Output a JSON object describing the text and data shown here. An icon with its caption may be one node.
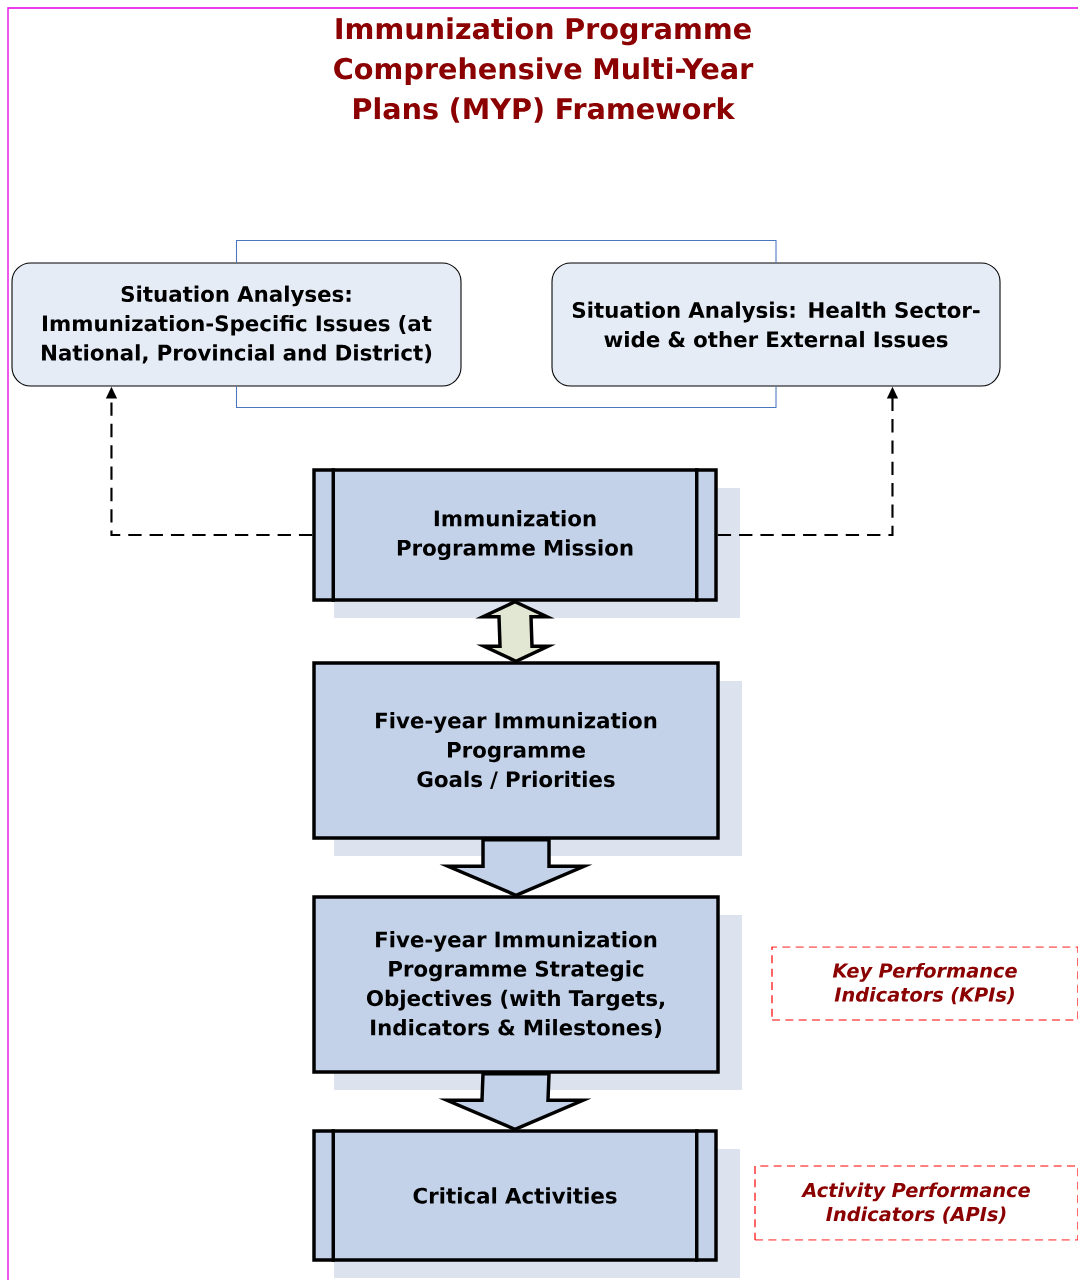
{
  "diagram": {
    "title": "Immunization Programme Comprehensive Multi-Year Plans (MYP) Framework",
    "nodes": [
      {
        "text": [
          "Situation Analyses: Immunization-Specific Issues (at National, Provincial and District)"
        ]
      },
      {
        "text": [
          "Situation Analysis: Health Sector-wide & other External Issues"
        ]
      },
      {
        "text": [
          "Immunization Programme Mission"
        ]
      },
      {
        "text": [
          "Five-year Immunization Programme Goals / Priorities"
        ]
      },
      {
        "text": [
          "Five-year Immunization Programme Strategic Objectives (with Targets, Indicators & Milestones)"
        ]
      },
      {
        "text": [
          "Critical Activities"
        ]
      },
      {
        "text": [
          "Key Performance Indicators (KPIs)"
        ]
      },
      {
        "text": [
          "Activity Performance Indicators (APIs)"
        ]
      }
    ],
    "edges": [
      {
        "from": 0,
        "to": 1,
        "arrow": "none",
        "color": "#4a76c0"
      },
      {
        "from": 0,
        "to": 1,
        "arrow": "none",
        "color": "#4a76c0"
      },
      {
        "from": 2,
        "to": 0,
        "arrow": "to",
        "style": "dashed",
        "color": "#000000"
      },
      {
        "from": 2,
        "to": 1,
        "arrow": "to",
        "style": "dashed",
        "color": "#000000"
      },
      {
        "from": 2,
        "to": 3,
        "arrow": "both"
      },
      {
        "from": 3,
        "to": 4,
        "arrow": "to"
      },
      {
        "from": 4,
        "to": 5,
        "arrow": "to"
      }
    ]
  }
}
